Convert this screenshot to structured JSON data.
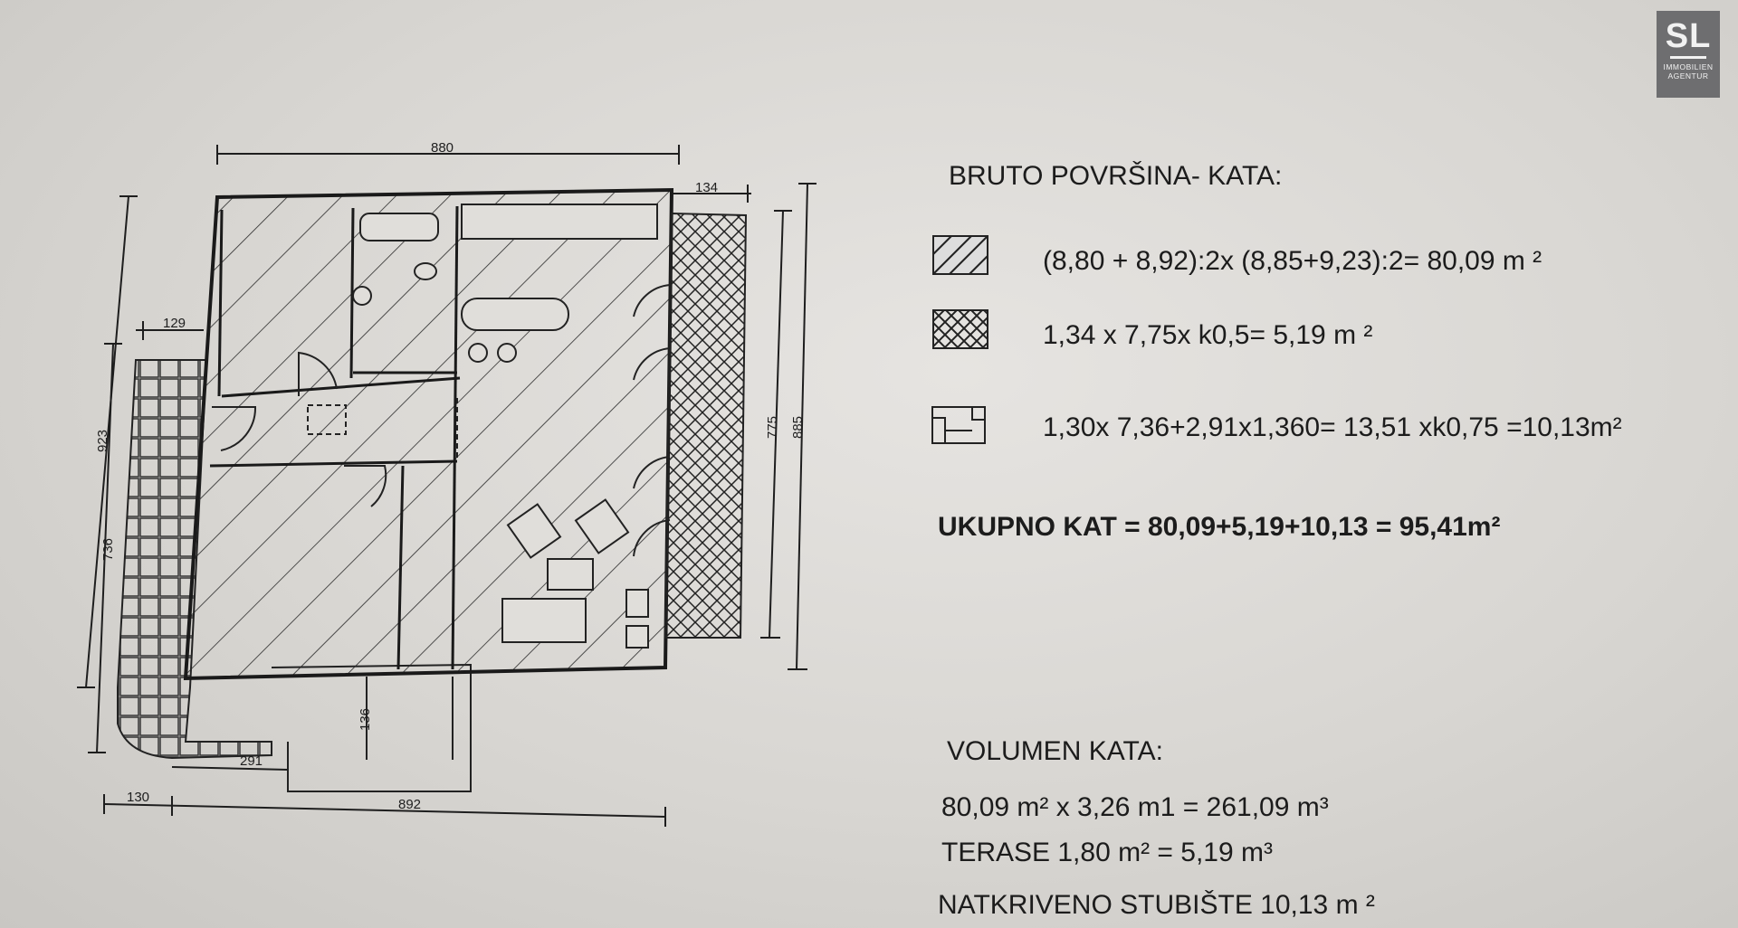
{
  "logo": {
    "mark": "SL",
    "subtitle_line1": "IMMOBILIEN",
    "subtitle_line2": "AGENTUR"
  },
  "plan": {
    "dims": {
      "top_width": "880",
      "right_ext": "134",
      "left_stair": "129",
      "left_height": "923",
      "left_lower": "736",
      "right_inner": "775",
      "right_outer": "885",
      "bottom_mid": "291",
      "bottom_left": "130",
      "bottom_width": "892",
      "entry": "136"
    }
  },
  "heading": "BRUTO POVRŠINA- KATA:",
  "rows": [
    {
      "pattern": "hatch",
      "formula": "(8,80 + 8,92):2x (8,85+9,23):2= 80,09 m ²"
    },
    {
      "pattern": "crosshatch",
      "formula": "1,34 x 7,75x k0,5= 5,19  m ²"
    },
    {
      "pattern": "stairs",
      "formula": "1,30x 7,36+2,91x1,360= 13,51  xk0,75 =10,13m²"
    }
  ],
  "total": "UKUPNO KAT = 80,09+5,19+10,13 = 95,41m²",
  "volume": {
    "heading": "VOLUMEN KATA:",
    "lines": [
      "80,09 m² x 3,26 m1 =  261,09 m³",
      "TERASE  1,80 m²  =  5,19 m³",
      "NATKRIVENO STUBIŠTE  10,13 m ²"
    ]
  }
}
